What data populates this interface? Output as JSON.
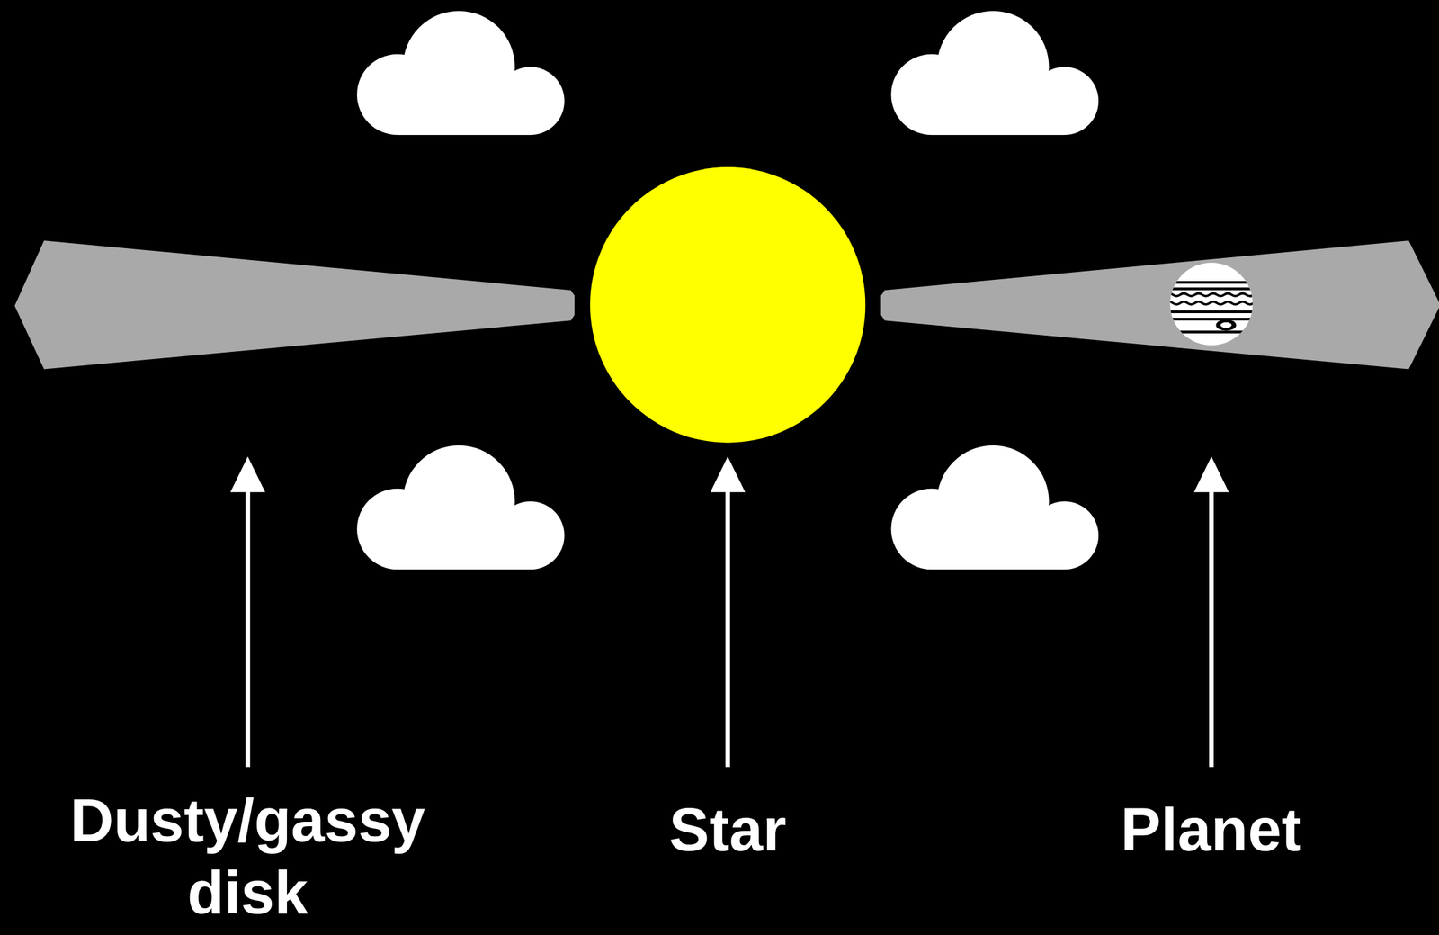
{
  "diagram": {
    "labels": [
      "Dusty/gassy disk",
      "Star",
      "Planet"
    ]
  }
}
